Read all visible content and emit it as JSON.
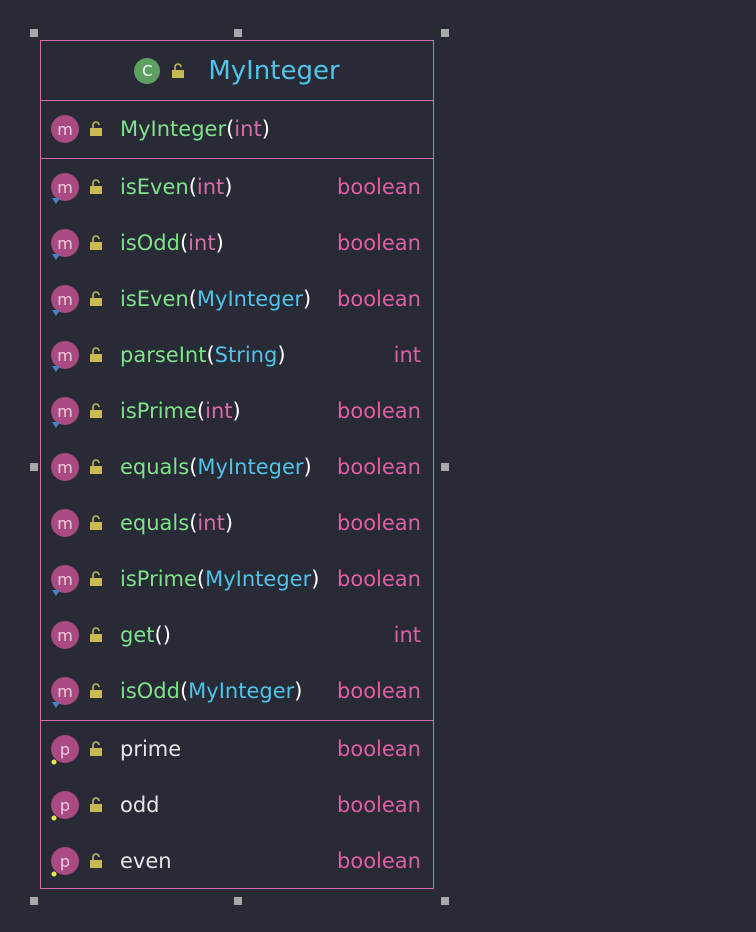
{
  "class": {
    "title": "MyInteger",
    "icon_letter": "C"
  },
  "constructor": {
    "name": "MyInteger",
    "param": "int",
    "icon_letter": "m"
  },
  "methods": [
    {
      "name": "isEven",
      "param": "int",
      "ret": "boolean"
    },
    {
      "name": "isOdd",
      "param": "int",
      "ret": "boolean"
    },
    {
      "name": "isEven",
      "param": "MyInteger",
      "ret": "boolean"
    },
    {
      "name": "parseInt",
      "param": "String",
      "ret": "int"
    },
    {
      "name": "isPrime",
      "param": "int",
      "ret": "boolean"
    },
    {
      "name": "equals",
      "param": "MyInteger",
      "ret": "boolean"
    },
    {
      "name": "equals",
      "param": "int",
      "ret": "boolean"
    },
    {
      "name": "isPrime",
      "param": "MyInteger",
      "ret": "boolean"
    },
    {
      "name": "get",
      "param": "",
      "ret": "int"
    },
    {
      "name": "isOdd",
      "param": "MyInteger",
      "ret": "boolean"
    }
  ],
  "properties": [
    {
      "name": "prime",
      "ret": "boolean"
    },
    {
      "name": "odd",
      "ret": "boolean"
    },
    {
      "name": "even",
      "ret": "boolean"
    }
  ],
  "method_icon_letter": "m",
  "property_icon_letter": "p",
  "paren_open": "(",
  "paren_close": ")",
  "colors": {
    "background": "#282a35",
    "border": "#d86ca9",
    "class_title": "#4fc3e8",
    "method_name": "#7fe38a",
    "return_type": "#e05fa3",
    "object_type": "#4fc3e8",
    "primitive_type": "#d86ca9"
  }
}
